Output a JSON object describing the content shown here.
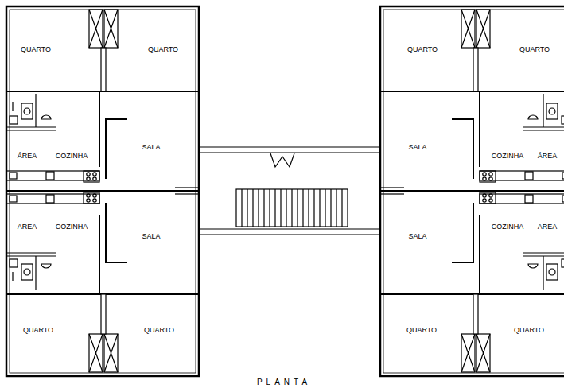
{
  "diagram": {
    "caption": "PLANTA",
    "labels": [
      "QUARTO",
      "QUARTO",
      "QUARTO",
      "QUARTO",
      "ÁREA",
      "COZINHA",
      "SALA",
      "SALA",
      "COZINHA",
      "ÁREA",
      "ÁREA",
      "COZINHA",
      "SALA",
      "SALA",
      "COZINHA",
      "ÁREA",
      "QUARTO",
      "QUARTO",
      "QUARTO",
      "QUARTO"
    ]
  }
}
